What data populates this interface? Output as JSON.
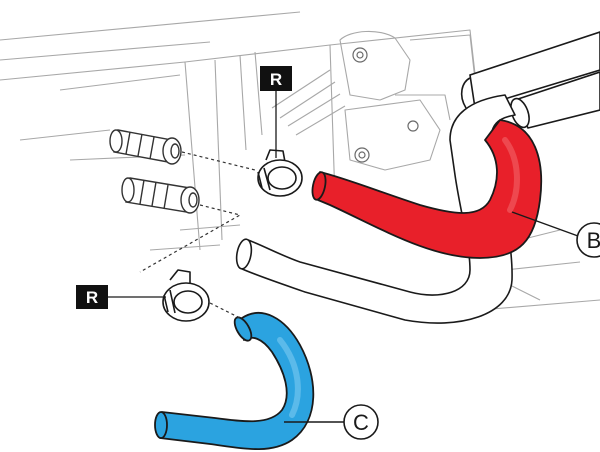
{
  "callouts": {
    "reuse_top": "R",
    "reuse_left": "R",
    "hose_b": "B",
    "hose_c": "C"
  },
  "colors": {
    "hose_b": "#e8202a",
    "hose_c": "#2ba3e0",
    "line": "#1a1a1a",
    "background_lines": "#a8a8a8",
    "label_fill": "#111111",
    "label_text": "#ffffff"
  }
}
